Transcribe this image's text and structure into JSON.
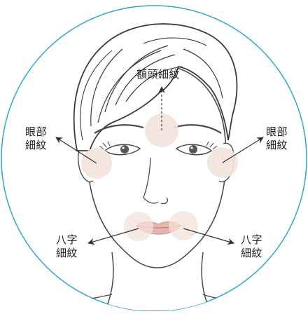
{
  "labels": {
    "forehead": "額頭細紋",
    "eye_left": [
      "眼部",
      "細紋"
    ],
    "eye_right": [
      "眼部",
      "細紋"
    ],
    "nasolabial_left": [
      "八字",
      "細紋"
    ],
    "nasolabial_right": [
      "八字",
      "細紋"
    ]
  },
  "colors": {
    "circle_border": "#2aa9c9",
    "hair": "#3a3a3a",
    "outline": "#4a4a4a",
    "highlight": "#f3e2db",
    "lips": "#e9b4b0",
    "arrow": "#333333"
  },
  "icons": [
    "arrow-up-icon",
    "arrow-up-left-icon",
    "arrow-up-right-icon",
    "arrow-left-icon",
    "arrow-right-icon"
  ]
}
